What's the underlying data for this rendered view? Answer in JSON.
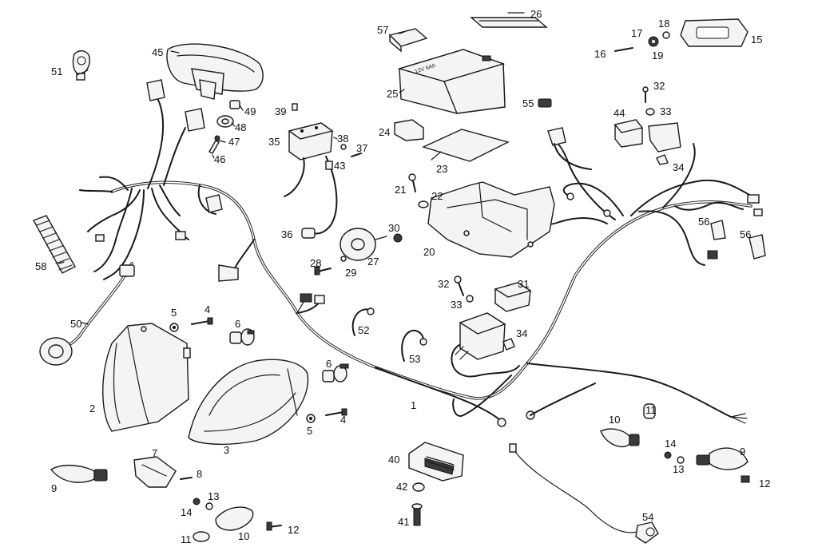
{
  "diagram": {
    "callouts": [
      {
        "id": "c1",
        "label": "1"
      },
      {
        "id": "c2",
        "label": "2"
      },
      {
        "id": "c3",
        "label": "3"
      },
      {
        "id": "c4a",
        "label": "4"
      },
      {
        "id": "c4b",
        "label": "4"
      },
      {
        "id": "c5a",
        "label": "5"
      },
      {
        "id": "c5b",
        "label": "5"
      },
      {
        "id": "c6a",
        "label": "6"
      },
      {
        "id": "c6b",
        "label": "6"
      },
      {
        "id": "c7",
        "label": "7"
      },
      {
        "id": "c8",
        "label": "8"
      },
      {
        "id": "c9a",
        "label": "9"
      },
      {
        "id": "c9b",
        "label": "9"
      },
      {
        "id": "c10a",
        "label": "10"
      },
      {
        "id": "c10b",
        "label": "10"
      },
      {
        "id": "c11a",
        "label": "11"
      },
      {
        "id": "c11b",
        "label": "11"
      },
      {
        "id": "c12a",
        "label": "12"
      },
      {
        "id": "c12b",
        "label": "12"
      },
      {
        "id": "c13a",
        "label": "13"
      },
      {
        "id": "c13b",
        "label": "13"
      },
      {
        "id": "c14a",
        "label": "14"
      },
      {
        "id": "c14b",
        "label": "14"
      },
      {
        "id": "c15",
        "label": "15"
      },
      {
        "id": "c16",
        "label": "16"
      },
      {
        "id": "c17",
        "label": "17"
      },
      {
        "id": "c18",
        "label": "18"
      },
      {
        "id": "c19",
        "label": "19"
      },
      {
        "id": "c20",
        "label": "20"
      },
      {
        "id": "c21",
        "label": "21"
      },
      {
        "id": "c22",
        "label": "22"
      },
      {
        "id": "c23",
        "label": "23"
      },
      {
        "id": "c24",
        "label": "24"
      },
      {
        "id": "c25",
        "label": "25"
      },
      {
        "id": "c26",
        "label": "26"
      },
      {
        "id": "c27",
        "label": "27"
      },
      {
        "id": "c28",
        "label": "28"
      },
      {
        "id": "c29",
        "label": "29"
      },
      {
        "id": "c30",
        "label": "30"
      },
      {
        "id": "c31",
        "label": "31"
      },
      {
        "id": "c32a",
        "label": "32"
      },
      {
        "id": "c32b",
        "label": "32"
      },
      {
        "id": "c33a",
        "label": "33"
      },
      {
        "id": "c33b",
        "label": "33"
      },
      {
        "id": "c34a",
        "label": "34"
      },
      {
        "id": "c34b",
        "label": "34"
      },
      {
        "id": "c35",
        "label": "35"
      },
      {
        "id": "c36",
        "label": "36"
      },
      {
        "id": "c37",
        "label": "37"
      },
      {
        "id": "c38",
        "label": "38"
      },
      {
        "id": "c39",
        "label": "39"
      },
      {
        "id": "c40",
        "label": "40"
      },
      {
        "id": "c41",
        "label": "41"
      },
      {
        "id": "c42",
        "label": "42"
      },
      {
        "id": "c43",
        "label": "43"
      },
      {
        "id": "c44",
        "label": "44"
      },
      {
        "id": "c45",
        "label": "45"
      },
      {
        "id": "c46",
        "label": "46"
      },
      {
        "id": "c47",
        "label": "47"
      },
      {
        "id": "c48",
        "label": "48"
      },
      {
        "id": "c49",
        "label": "49"
      },
      {
        "id": "c50",
        "label": "50"
      },
      {
        "id": "c51",
        "label": "51"
      },
      {
        "id": "c52",
        "label": "52"
      },
      {
        "id": "c53",
        "label": "53"
      },
      {
        "id": "c54",
        "label": "54"
      },
      {
        "id": "c55",
        "label": "55"
      },
      {
        "id": "c56a",
        "label": "56"
      },
      {
        "id": "c56b",
        "label": "56"
      },
      {
        "id": "c57",
        "label": "57"
      },
      {
        "id": "c58",
        "label": "58"
      }
    ],
    "battery_marking": "12V 6Ah"
  }
}
